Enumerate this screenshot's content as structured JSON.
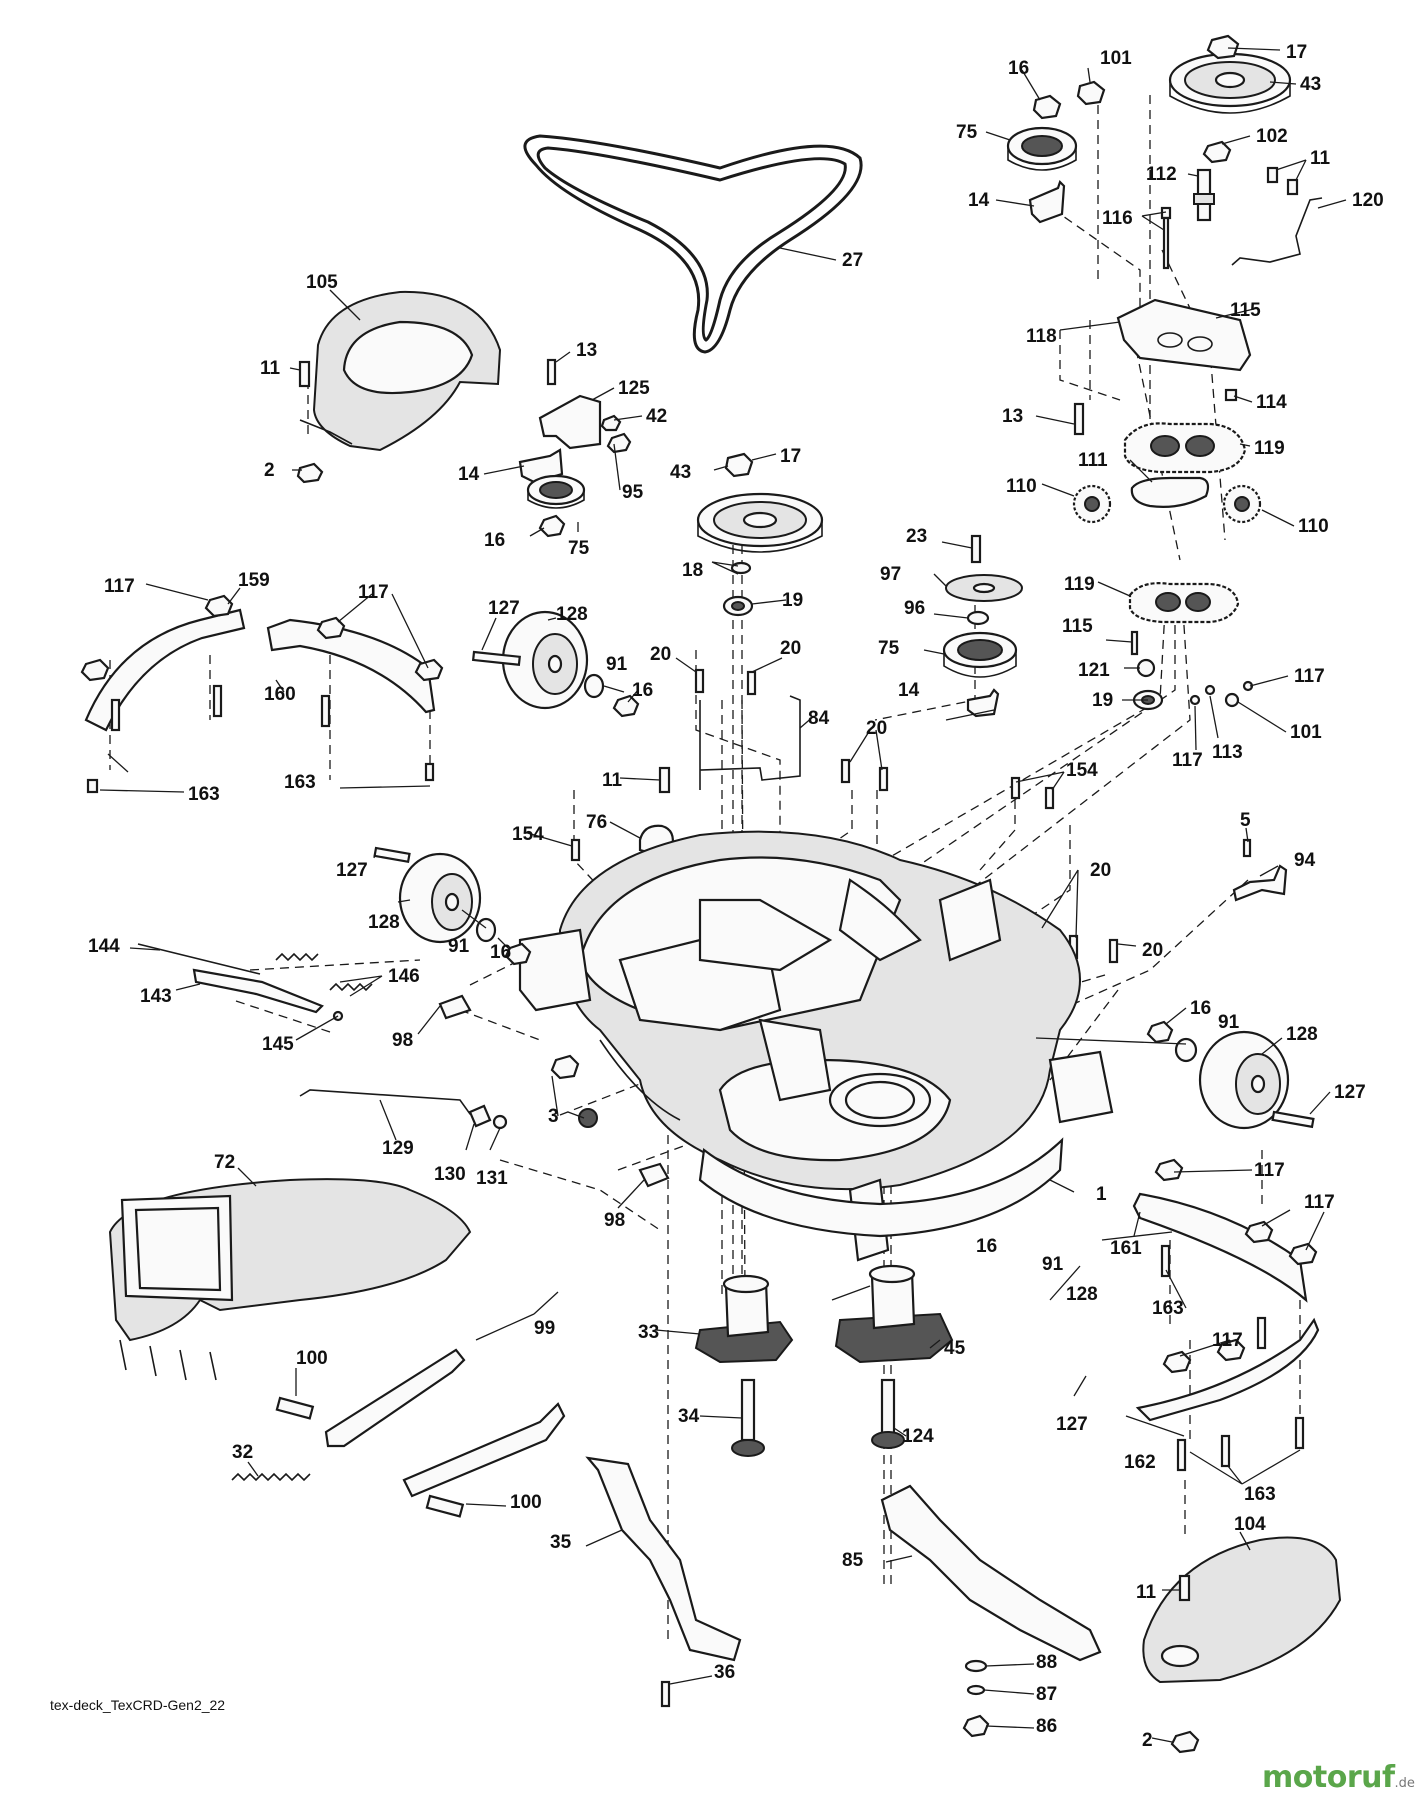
{
  "caption": "tex-deck_TexCRD-Gen2_22",
  "watermark": {
    "brand": "motoruf",
    "tld": ".de",
    "color": "#5aa64a"
  },
  "callouts": [
    {
      "n": "17"
    },
    {
      "n": "43"
    },
    {
      "n": "16"
    },
    {
      "n": "101"
    },
    {
      "n": "75"
    },
    {
      "n": "102"
    },
    {
      "n": "11"
    },
    {
      "n": "112"
    },
    {
      "n": "120"
    },
    {
      "n": "14"
    },
    {
      "n": "116"
    },
    {
      "n": "27"
    },
    {
      "n": "105"
    },
    {
      "n": "115"
    },
    {
      "n": "118"
    },
    {
      "n": "13"
    },
    {
      "n": "125"
    },
    {
      "n": "11"
    },
    {
      "n": "42"
    },
    {
      "n": "114"
    },
    {
      "n": "13"
    },
    {
      "n": "119"
    },
    {
      "n": "2"
    },
    {
      "n": "14"
    },
    {
      "n": "95"
    },
    {
      "n": "111"
    },
    {
      "n": "43"
    },
    {
      "n": "17"
    },
    {
      "n": "110"
    },
    {
      "n": "110"
    },
    {
      "n": "16"
    },
    {
      "n": "75"
    },
    {
      "n": "23"
    },
    {
      "n": "18"
    },
    {
      "n": "97"
    },
    {
      "n": "119"
    },
    {
      "n": "117"
    },
    {
      "n": "159"
    },
    {
      "n": "117"
    },
    {
      "n": "19"
    },
    {
      "n": "96"
    },
    {
      "n": "127"
    },
    {
      "n": "128"
    },
    {
      "n": "115"
    },
    {
      "n": "20"
    },
    {
      "n": "20"
    },
    {
      "n": "75"
    },
    {
      "n": "121"
    },
    {
      "n": "117"
    },
    {
      "n": "91"
    },
    {
      "n": "16"
    },
    {
      "n": "19"
    },
    {
      "n": "101"
    },
    {
      "n": "160"
    },
    {
      "n": "84"
    },
    {
      "n": "14"
    },
    {
      "n": "20"
    },
    {
      "n": "117"
    },
    {
      "n": "113"
    },
    {
      "n": "163"
    },
    {
      "n": "163"
    },
    {
      "n": "11"
    },
    {
      "n": "154"
    },
    {
      "n": "76"
    },
    {
      "n": "154"
    },
    {
      "n": "5"
    },
    {
      "n": "127"
    },
    {
      "n": "94"
    },
    {
      "n": "20"
    },
    {
      "n": "128"
    },
    {
      "n": "91"
    },
    {
      "n": "16"
    },
    {
      "n": "20"
    },
    {
      "n": "144"
    },
    {
      "n": "146"
    },
    {
      "n": "143"
    },
    {
      "n": "16"
    },
    {
      "n": "91"
    },
    {
      "n": "128"
    },
    {
      "n": "98"
    },
    {
      "n": "145"
    },
    {
      "n": "127"
    },
    {
      "n": "3"
    },
    {
      "n": "129"
    },
    {
      "n": "130"
    },
    {
      "n": "131"
    },
    {
      "n": "72"
    },
    {
      "n": "117"
    },
    {
      "n": "1"
    },
    {
      "n": "98"
    },
    {
      "n": "117"
    },
    {
      "n": "161"
    },
    {
      "n": "16"
    },
    {
      "n": "91"
    },
    {
      "n": "128"
    },
    {
      "n": "163"
    },
    {
      "n": "33"
    },
    {
      "n": "45"
    },
    {
      "n": "99"
    },
    {
      "n": "117"
    },
    {
      "n": "100"
    },
    {
      "n": "127"
    },
    {
      "n": "34"
    },
    {
      "n": "124"
    },
    {
      "n": "162"
    },
    {
      "n": "163"
    },
    {
      "n": "32"
    },
    {
      "n": "100"
    },
    {
      "n": "35"
    },
    {
      "n": "104"
    },
    {
      "n": "85"
    },
    {
      "n": "11"
    },
    {
      "n": "36"
    },
    {
      "n": "88"
    },
    {
      "n": "87"
    },
    {
      "n": "2"
    },
    {
      "n": "86"
    }
  ]
}
